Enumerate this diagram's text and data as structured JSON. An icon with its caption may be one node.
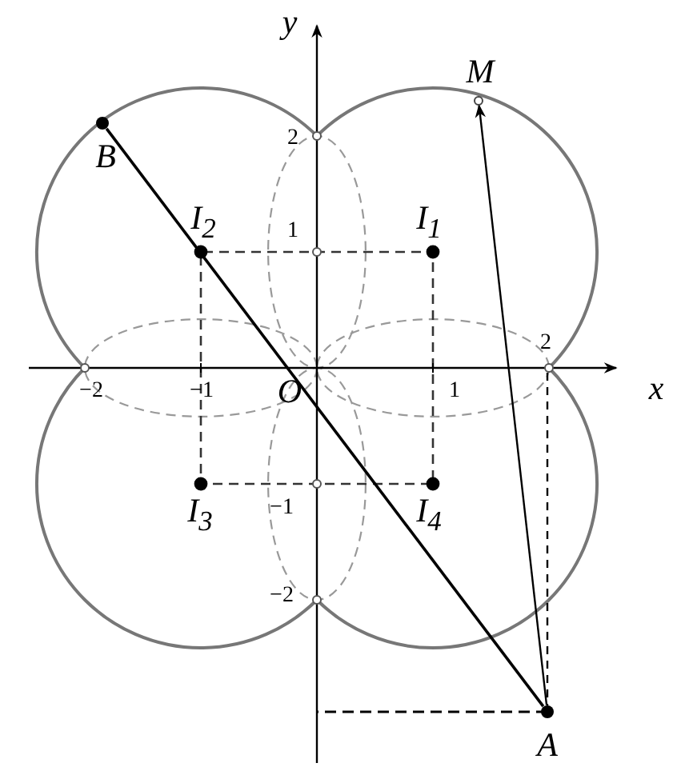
{
  "diagram": {
    "nodes": [
      {
        "text": [],
        "shape": "circle",
        "beside": [
          "M"
        ]
      },
      {
        "text": [],
        "shape": "circle",
        "beside": [
          "B"
        ]
      },
      {
        "text": [],
        "shape": "circle",
        "beside": [
          "A"
        ]
      }
    ],
    "edges": [
      {
        "from": 1,
        "to": 2,
        "arrow": "none"
      },
      {
        "from": 2,
        "to": 0,
        "arrow": "to"
      }
    ],
    "labels": [
      "y",
      "2",
      "I$_{2}$",
      "1",
      "I$_{1}$",
      "2",
      "x",
      "−2",
      "−1",
      "O",
      "1",
      "I$_{3}$",
      "−1",
      "I$_{4}$",
      "−2"
    ]
  }
}
